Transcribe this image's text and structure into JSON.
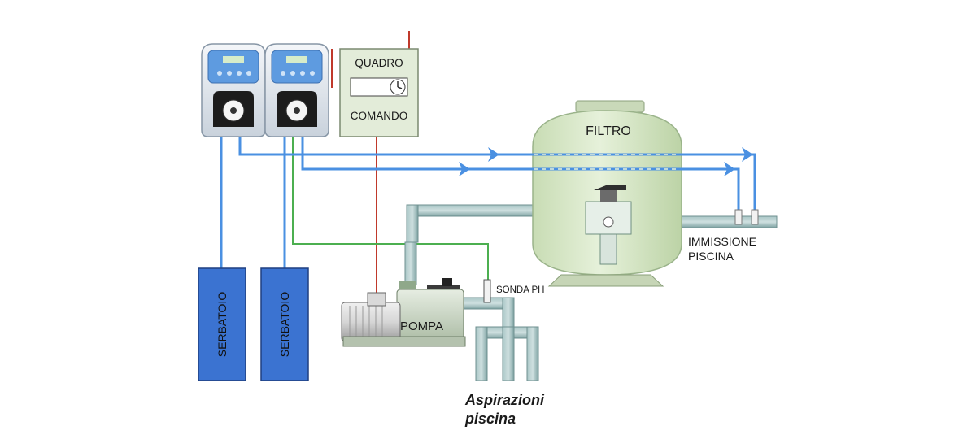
{
  "labels": {
    "control_panel_line1": "QUADRO",
    "control_panel_line2": "COMANDO",
    "filter": "FILTRO",
    "pool_inlet_line1": "IMMISSIONE",
    "pool_inlet_line2": "PISCINA",
    "ph_probe": "SONDA PH",
    "pump": "POMPA",
    "suction_line1": "Aspirazioni",
    "suction_line2": "piscina",
    "tank_left": "SERBATOIO",
    "tank_right": "SERBATOIO"
  },
  "colors": {
    "dosing_line": "#4a90e2",
    "signal_wire": "#4caf50",
    "power_wire": "#c0392b",
    "tank_fill": "#3b73d1",
    "pipe": "#8fb3b3",
    "filter_body": "#d7e8c6"
  }
}
